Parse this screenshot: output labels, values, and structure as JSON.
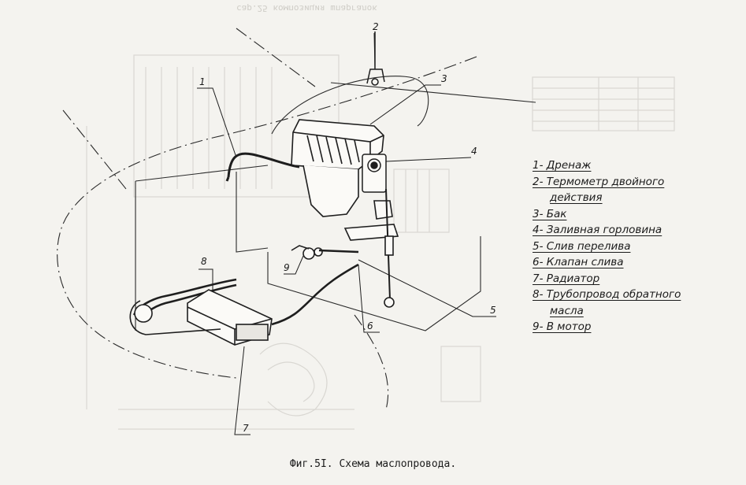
{
  "callouts": [
    "1",
    "2",
    "3",
    "4",
    "5",
    "6",
    "7",
    "8",
    "9"
  ],
  "legend": {
    "item1": "1- Дренаж",
    "item2a": "2- Термометр двойного",
    "item2b": "действия",
    "item3": "3- Бак",
    "item4": "4- Заливная горловина",
    "item5": "5- Слив перелива",
    "item6": "6- Клапан слива",
    "item7": "7- Радиатор",
    "item8a": "8- Трубопровод обратного",
    "item8b": "масла",
    "item9": "9- В мотор"
  },
  "caption": "Фиг.5I. Схема маслопровода.",
  "ghost_title": "сар.25 композиция шпаргалок"
}
